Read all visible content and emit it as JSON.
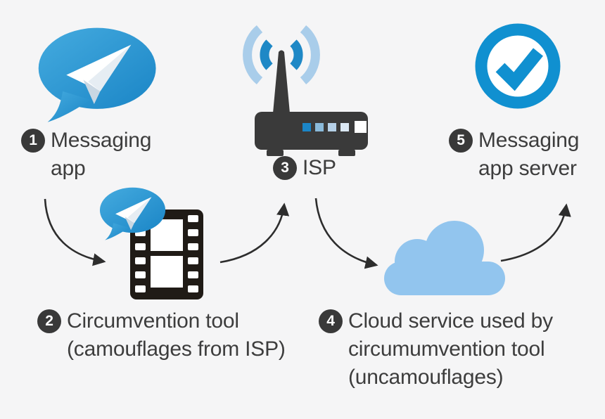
{
  "background": "#f5f5f6",
  "palette": {
    "brand_blue_light": "#45abdf",
    "brand_blue_dark": "#1a85c6",
    "wifi_outer_arc": "#a9cdea",
    "wifi_inner_arc": "#1e88c6",
    "router_body": "#3a3a3a",
    "film_strip": "#201b16",
    "cloud_blue": "#92c5ee",
    "check_blue": "#1090d0",
    "badge_bg": "#393939",
    "text": "#3d3d3d",
    "arrow": "#2d2d2d"
  },
  "steps": [
    {
      "number": "1",
      "icon": "messaging-app-bubble-icon",
      "lines": [
        "Messaging",
        "app"
      ]
    },
    {
      "number": "2",
      "icon": "film-strip-icon",
      "lines": [
        "Circumvention tool",
        "(camouflages from ISP)"
      ]
    },
    {
      "number": "3",
      "icon": "wifi-router-icon",
      "lines": [
        "ISP"
      ]
    },
    {
      "number": "4",
      "icon": "cloud-icon",
      "lines": [
        "Cloud service used by",
        "circumumvention tool",
        "(uncamouflages)"
      ]
    },
    {
      "number": "5",
      "icon": "checkmark-circle-icon",
      "lines": [
        "Messaging",
        "app server"
      ]
    }
  ],
  "connections": [
    {
      "from": "1",
      "to": "2"
    },
    {
      "from": "2",
      "to": "3"
    },
    {
      "from": "3",
      "to": "4"
    },
    {
      "from": "4",
      "to": "5"
    }
  ]
}
